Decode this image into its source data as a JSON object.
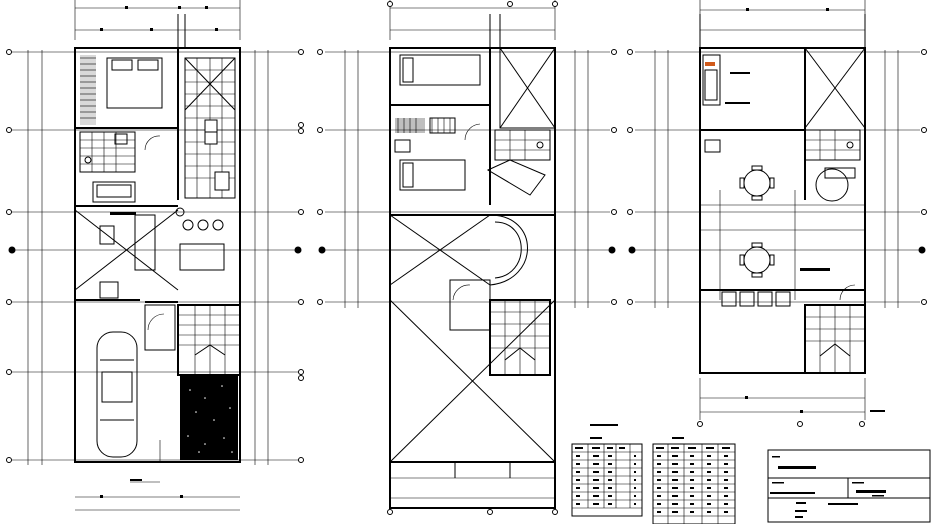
{
  "drawing": {
    "plans": [
      {
        "id": "ground-floor",
        "label": ""
      },
      {
        "id": "upper-floor",
        "label": ""
      },
      {
        "id": "roof-floor",
        "label": ""
      }
    ],
    "schedule_tables": [
      {
        "id": "door-schedule",
        "columns": 5,
        "rows": 8
      },
      {
        "id": "window-schedule",
        "columns": 5,
        "rows": 9
      }
    ],
    "title_block": {
      "present": true
    },
    "line_color": "#000000",
    "background": "#ffffff"
  }
}
